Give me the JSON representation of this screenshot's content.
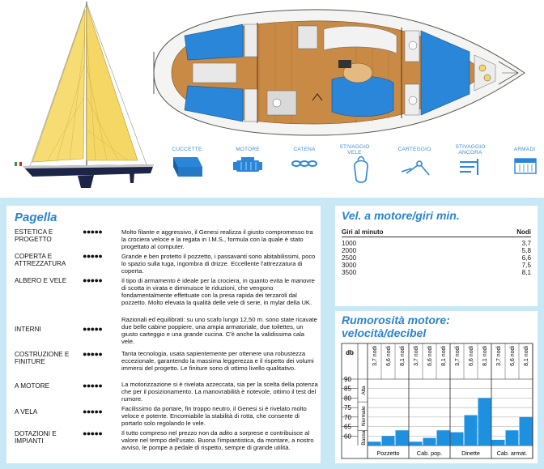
{
  "icons": [
    {
      "name": "cuccette",
      "label": "CUCCETTE",
      "icon": "bunk-icon"
    },
    {
      "name": "motore",
      "label": "MOTORE",
      "icon": "engine-icon"
    },
    {
      "name": "catena",
      "label": "CATENA",
      "icon": "chain-icon"
    },
    {
      "name": "stivaggio-vele",
      "label": "STIVAGGIO VELE",
      "icon": "sail-bag-icon"
    },
    {
      "name": "carteggio",
      "label": "CARTEGGIO",
      "icon": "compass-divider-icon"
    },
    {
      "name": "stivaggio-ancora",
      "label": "STIVAGGIO ANCORA",
      "icon": "anchor-icon"
    },
    {
      "name": "armadi",
      "label": "ARMADI",
      "icon": "wardrobe-icon"
    }
  ],
  "colors": {
    "accent": "#2b84d0",
    "background": "#c8e8f6",
    "bar": "#1e90e0",
    "wood": "#c98a45",
    "cushion": "#2a86d8",
    "sail": "#f2d25a",
    "hull": "#1c2448"
  },
  "pagella": {
    "title": "Pagella",
    "rows": [
      {
        "label": "ESTETICA E PROGETTO",
        "dots": "●●●●●",
        "text": "Molto filante e aggressivo, il Genesi realizza il giusto compromesso tra la crociera veloce e la regata in I.M.S., formula con la quale è stato progettato al computer."
      },
      {
        "label": "COPERTA E ATTREZZATURA",
        "dots": "●●●●●",
        "text": "Grande e ben protetto il pozzetto, i passavanti sono abitabilissimi, poco lo spazio sulla tuga, ingombra di drizze. Eccellente l'attrezzatura di coperta."
      },
      {
        "label": "ALBERO E VELE",
        "dots": "●●●●●",
        "text": "Il tipo di armamento è ideale per la crociera, in quanto evita le manovre di scotta in virata e diminuisce le riduzioni, che vengono fondamentalmente effettuate con la presa rapida dei terzaroli dal pozzetto. Molto elevata la qualità delle vele di serie, in mylar della UK."
      },
      {
        "label": "INTERNI",
        "dots": "●●●●●",
        "text": "Razionali ed equilibrati: su uno scafo lungo 12,50 m. sono state ricavate due belle cabine poppiere, una ampia armatoriale, due toilettes, un giusto carteggio e una grande cucina. C'è anche la validissima cala vele."
      },
      {
        "label": "COSTRUZIONE E FINITURE",
        "dots": "●●●●●",
        "text": "Tanta tecnologia, usata sapientemente per ottenere una robustezza eccezionale, garantendo la massima leggerezza e il rispetto dei volumi immersi del progetto. Le finiture sono di ottimo livello qualitativo."
      },
      {
        "label": "A MOTORE",
        "dots": "●●●●●",
        "text": "La motorizzazione si è rivelata azzeccata, sia per la scelta della potenza che per il posizionamento. La manovrabilità è notevole, ottimo il test del rumore."
      },
      {
        "label": "A VELA",
        "dots": "●●●●●",
        "text": "Facilissimo da portare, fin troppo neutro, il Genesi si è rivelato molto veloce e potente. Encomiabile la stabilità di rotta, che consente di portarlo solo regolando le vele."
      },
      {
        "label": "DOTAZIONI E IMPIANTI",
        "dots": "●●●●●",
        "text": "Il tutto compreso nel prezzo non da adito a sorprese e contribuisce al valore nel tempo dell'usato. Buona l'impiantistica, da montare, a nostro avviso, le pompe a pedale di rispetto, sempre di grande utilità."
      }
    ]
  },
  "velocita": {
    "title": "Vel. a motore/giri min.",
    "col_rpm": "Giri al minuto",
    "col_knots": "Nodi",
    "rows": [
      {
        "rpm": "1000",
        "knots": "3,7"
      },
      {
        "rpm": "2000",
        "knots": "5,8"
      },
      {
        "rpm": "2500",
        "knots": "6,6"
      },
      {
        "rpm": "3000",
        "knots": "7,5"
      },
      {
        "rpm": "3500",
        "knots": "8,1"
      }
    ]
  },
  "chart_data": {
    "type": "bar",
    "title": "Rumorosità motore: velocità/decibel",
    "ylabel": "db",
    "ylim": [
      55,
      90
    ],
    "yticks": [
      60,
      65,
      70,
      75,
      80,
      85,
      90
    ],
    "zones": [
      {
        "label": "Bassa",
        "from": 55,
        "to": 63
      },
      {
        "label": "Normale",
        "from": 63,
        "to": 78
      },
      {
        "label": "Alta",
        "from": 78,
        "to": 90
      }
    ],
    "groups": [
      "Pozzetto",
      "Cab. pop.",
      "Dinette",
      "Cab. armat."
    ],
    "speeds": [
      "3,7 nodi",
      "6,6 nodi",
      "8,1 nodi"
    ],
    "values": [
      [
        57,
        60,
        63
      ],
      [
        57,
        59,
        63
      ],
      [
        62,
        71,
        80
      ],
      [
        58,
        63,
        70
      ]
    ]
  }
}
